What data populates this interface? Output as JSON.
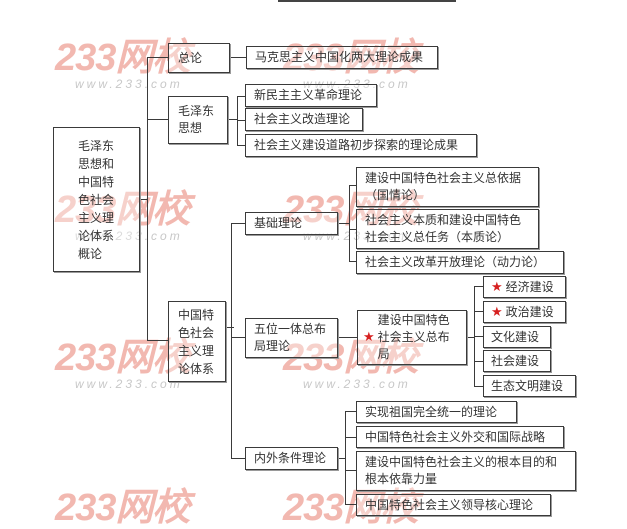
{
  "watermark": {
    "brand": "233网校",
    "url": "www.233.com",
    "color": "#f2b8b0"
  },
  "root": {
    "label_lines": [
      "毛泽东",
      "思想和",
      "中国特",
      "色社会",
      "主义理",
      "论体系",
      "概论"
    ]
  },
  "level1": {
    "general": {
      "label": "总论"
    },
    "mao": {
      "label_lines": [
        "毛泽东",
        "思想"
      ]
    },
    "socialism": {
      "label_lines": [
        "中国特",
        "色社会",
        "主义理",
        "论体系"
      ]
    }
  },
  "general_children": [
    {
      "label": "马克思主义中国化两大理论成果"
    }
  ],
  "mao_children": [
    {
      "label": "新民主主义革命理论"
    },
    {
      "label": "社会主义改造理论"
    },
    {
      "label": "社会主义建设道路初步探索的理论成果"
    }
  ],
  "socialism_children": {
    "basic": {
      "label": "基础理论",
      "children": [
        {
          "label_lines": [
            "建设中国特色社会主义总依据",
            "（国情论）"
          ]
        },
        {
          "label_lines": [
            "社会主义本质和建设中国特色",
            "社会主义总任务（本质论）"
          ]
        },
        {
          "label": "社会主义改革开放理论（动力论）"
        }
      ]
    },
    "five_in_one": {
      "label_lines": [
        "五位一体总布",
        "局理论"
      ],
      "layout": {
        "label_lines": [
          "建设中国特色",
          "社会主义总布",
          "局"
        ],
        "starred": true,
        "children": [
          {
            "label": "经济建设",
            "starred": true
          },
          {
            "label": "政治建设",
            "starred": true
          },
          {
            "label": "文化建设",
            "starred": false
          },
          {
            "label": "社会建设",
            "starred": false
          },
          {
            "label": "生态文明建设",
            "starred": false
          }
        ]
      }
    },
    "internal_external": {
      "label": "内外条件理论",
      "children": [
        {
          "label": "实现祖国完全统一的理论"
        },
        {
          "label": "中国特色社会主义外交和国际战略"
        },
        {
          "label_lines": [
            "建设中国特色社会主义的根本目的和",
            "根本依靠力量"
          ]
        },
        {
          "label": "中国特色社会主义领导核心理论"
        }
      ]
    }
  },
  "star_icon": "★",
  "colors": {
    "line": "#3a3a3a",
    "star": "#d62020",
    "text": "#333333"
  }
}
